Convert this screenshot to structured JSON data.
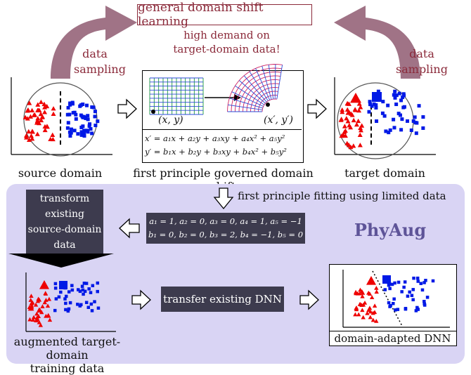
{
  "top": {
    "title": "general domain shift learning",
    "note_line1": "high demand on",
    "note_line2": "target-domain data!",
    "left_sampling_1": "data",
    "left_sampling_2": "sampling",
    "right_sampling_1": "data",
    "right_sampling_2": "sampling"
  },
  "row1": {
    "source_label": "source domain",
    "shift_label": "first principle governed domain shift",
    "target_label": "target domain",
    "grid_point_left": "(x, y)",
    "grid_point_right": "(x′, y′)",
    "eq1": "x′ = a₁x + a₂y + a₃xy + a₄x² + a₅y²",
    "eq2": "y′ = b₁x + b₂y + b₃xy + b₄x² + b₅y²"
  },
  "panel": {
    "fitting_label": "first principle fitting using limited data",
    "transform_lines": [
      "transform",
      "existing",
      "source-domain",
      "data"
    ],
    "coef1": "a₁ = 1, a₂ = 0, a₃ = 0, a₄ = 1, a₅ = −1",
    "coef2": "b₁ = 0, b₂ = 0, b₃ = 2, b₄ = −1, b₅ = 0",
    "brand": "PhyAug",
    "transfer_label": "transfer existing DNN",
    "augmented_line1": "augmented target-domain",
    "augmented_line2": "training data",
    "adapted_label": "domain-adapted DNN"
  },
  "colors": {
    "mauve_arrow": "#a07386",
    "dark_red_text": "#8b2a3a",
    "panel_bg": "#d9d4f4",
    "dark_box": "#3d3b4e",
    "brand": "#5e5498",
    "red_class": "#ee0000",
    "blue_class": "#0019e6"
  }
}
